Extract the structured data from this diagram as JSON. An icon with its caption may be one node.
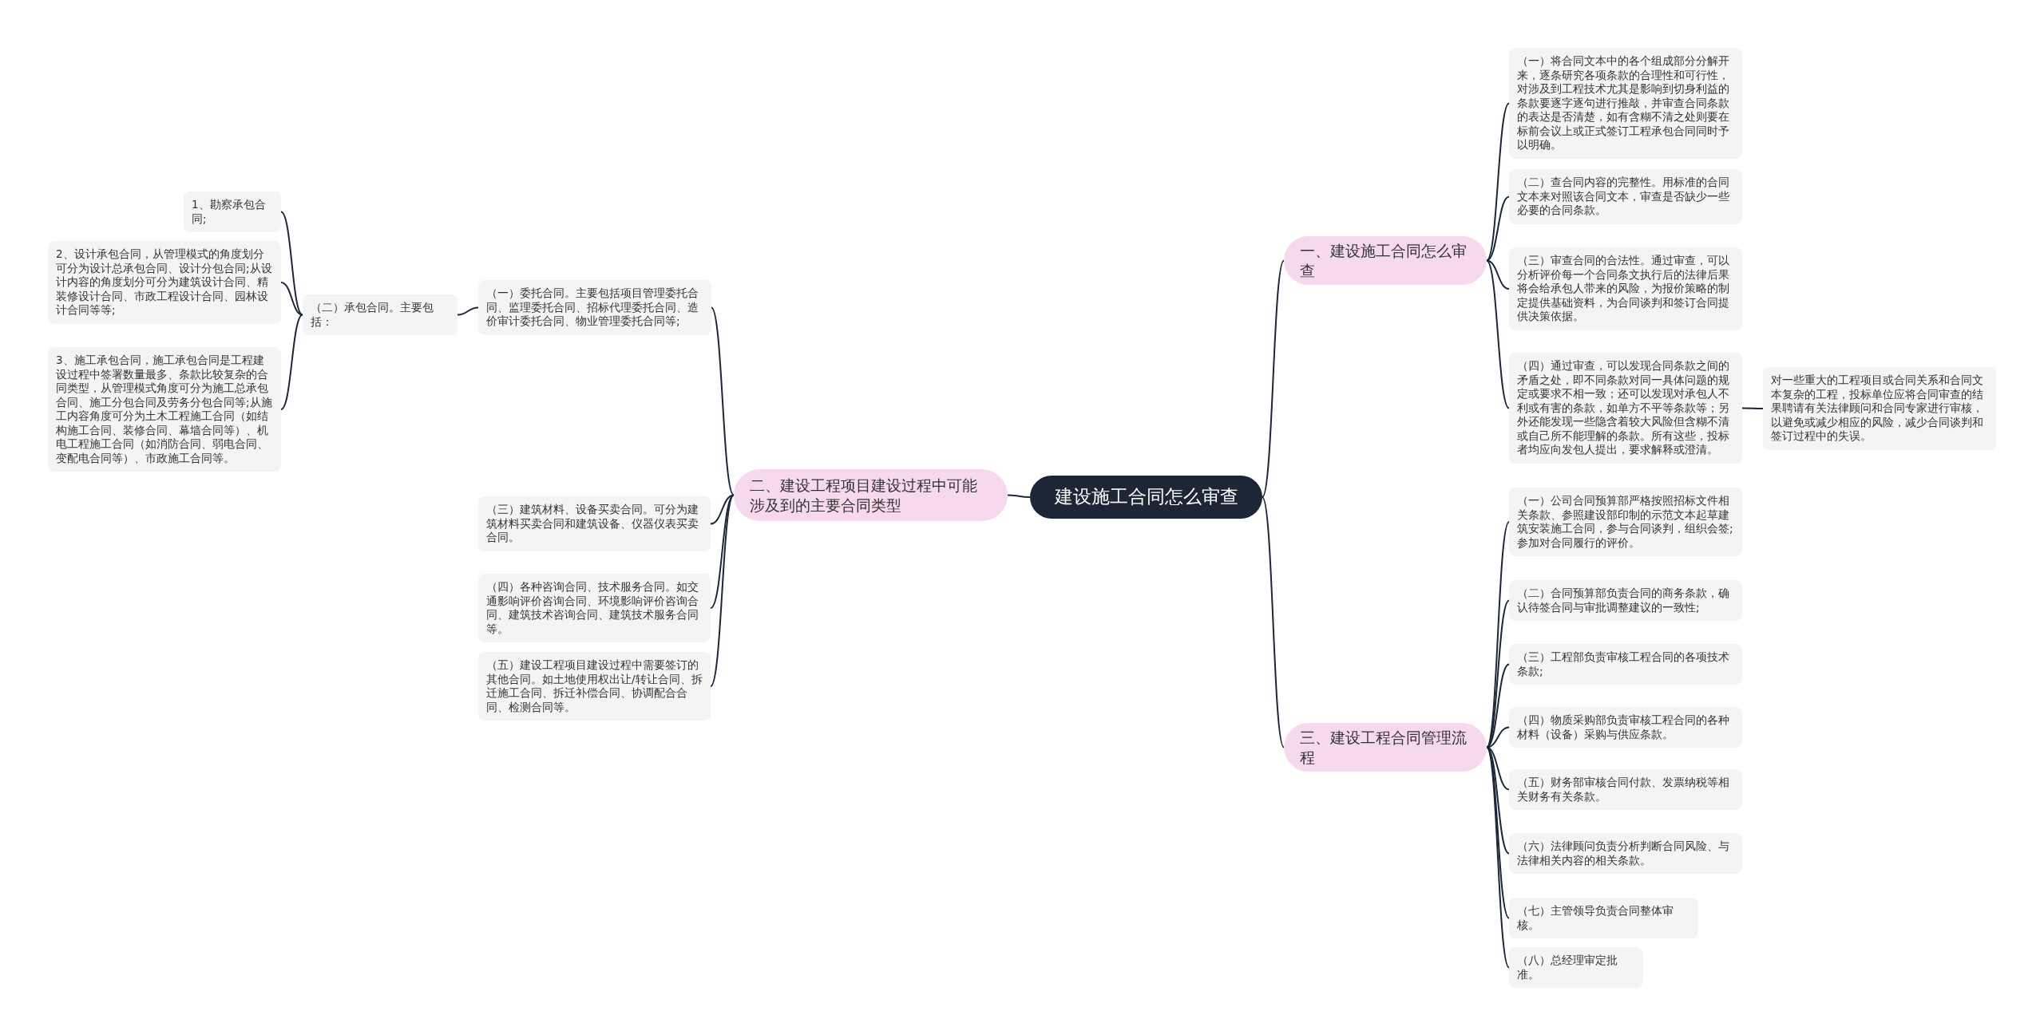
{
  "diagram": {
    "nodes": [
      {
        "text": [
          "建设施工合同怎么审查"
        ]
      },
      {
        "text": [
          "二、建设工程项目建设过程中可能涉及到的主要合同类型"
        ]
      },
      {
        "text": [
          "（一）委托合同。主要包括项目管理委托合同、监理委托合同、招标代理委托合同、造价审计委托合同、物业管理委托合同等;"
        ]
      },
      {
        "text": [
          "（二）承包合同。主要包括："
        ]
      },
      {
        "text": [
          "1、勘察承包合同;"
        ]
      },
      {
        "text": [
          "2、设计承包合同，从管理模式的角度划分可分为设计总承包合同、设计分包合同;从设计内容的角度划分可分为建筑设计合同、精装修设计合同、市政工程设计合同、园林设计合同等等;"
        ]
      },
      {
        "text": [
          "3、施工承包合同，施工承包合同是工程建设过程中签署数量最多、条款比较复杂的合同类型，从管理模式角度可分为施工总承包合同、施工分包合同及劳务分包合同等;从施工内容角度可分为土木工程施工合同（如结构施工合同、装修合同、幕墙合同等）、机电工程施工合同（如消防合同、弱电合同、变配电合同等）、市政施工合同等。"
        ]
      },
      {
        "text": [
          "（三）建筑材料、设备买卖合同。可分为建筑材料买卖合同和建筑设备、仪器仪表买卖合同。"
        ]
      },
      {
        "text": [
          "（四）各种咨询合同、技术服务合同。如交通影响评价咨询合同、环境影响评价咨询合同、建筑技术咨询合同、建筑技术服务合同等。"
        ]
      },
      {
        "text": [
          "（五）建设工程项目建设过程中需要签订的其他合同。如土地使用权出让/转让合同、拆迁施工合同、拆迁补偿合同、协调配合合同、检测合同等。"
        ]
      },
      {
        "text": [
          "一、建设施工合同怎么审查"
        ]
      },
      {
        "text": [
          "（一）将合同文本中的各个组成部分分解开来，逐条研究各项条款的合理性和可行性，对涉及到工程技术尤其是影响到切身利益的条款要逐字逐句进行推敲，并审查合同条款的表达是否清楚，如有含糊不清之处则要在标前会议上或正式签订工程承包合同同时予以明确。"
        ]
      },
      {
        "text": [
          "（二）查合同内容的完整性。用标准的合同文本来对照该合同文本，审查是否缺少一些必要的合同条款。"
        ]
      },
      {
        "text": [
          "（三）审查合同的合法性。通过审查，可以分析评价每一个合同条文执行后的法律后果将会给承包人带来的风险，为报价策略的制定提供基础资料，为合同谈判和签订合同提供决策依据。"
        ]
      },
      {
        "text": [
          "（四）通过审查，可以发现合同条款之间的矛盾之处，即不同条款对同一具体问题的规定或要求不相一致；还可以发现对承包人不利或有害的条款，如单方不平等条款等；另外还能发现一些隐含着较大风险但含糊不清或自己所不能理解的条款。所有这些，投标者均应向发包人提出，要求解释或澄清。"
        ]
      },
      {
        "text": [
          "对一些重大的工程项目或合同关系和合同文本复杂的工程，投标单位应将合同审查的结果聘请有关法律顾问和合同专家进行审核，以避免或减少相应的风险，减少合同谈判和签订过程中的失误。"
        ]
      },
      {
        "text": [
          "三、建设工程合同管理流程"
        ]
      },
      {
        "text": [
          "（一）公司合同预算部严格按照招标文件相关条款、参照建设部印制的示范文本起草建筑安装施工合同，参与合同谈判，组织会签;参加对合同履行的评价。"
        ]
      },
      {
        "text": [
          "（二）合同预算部负责合同的商务条款，确认待签合同与审批调整建议的一致性;"
        ]
      },
      {
        "text": [
          "（三）工程部负责审核工程合同的各项技术条款;"
        ]
      },
      {
        "text": [
          "（四）物质采购部负责审核工程合同的各种材料（设备）采购与供应条款。"
        ]
      },
      {
        "text": [
          "（五）财务部审核合同付款、发票纳税等相关财务有关条款。"
        ]
      },
      {
        "text": [
          "（六）法律顾问负责分析判断合同风险、与法律相关内容的相关条款。"
        ]
      },
      {
        "text": [
          "（七）主管领导负责合同整体审核。"
        ]
      },
      {
        "text": [
          "（八）总经理审定批准。"
        ]
      }
    ],
    "edges": [
      {
        "from": 0,
        "to": 1,
        "arrow": "none"
      },
      {
        "from": 1,
        "to": 2,
        "arrow": "none"
      },
      {
        "from": 2,
        "to": 3,
        "arrow": "none"
      },
      {
        "from": 3,
        "to": 4,
        "arrow": "none"
      },
      {
        "from": 3,
        "to": 5,
        "arrow": "none"
      },
      {
        "from": 3,
        "to": 6,
        "arrow": "none"
      },
      {
        "from": 1,
        "to": 7,
        "arrow": "none"
      },
      {
        "from": 1,
        "to": 8,
        "arrow": "none"
      },
      {
        "from": 1,
        "to": 9,
        "arrow": "none"
      },
      {
        "from": 0,
        "to": 10,
        "arrow": "none"
      },
      {
        "from": 10,
        "to": 11,
        "arrow": "none"
      },
      {
        "from": 10,
        "to": 12,
        "arrow": "none"
      },
      {
        "from": 10,
        "to": 13,
        "arrow": "none"
      },
      {
        "from": 10,
        "to": 14,
        "arrow": "none"
      },
      {
        "from": 14,
        "to": 15,
        "arrow": "none"
      },
      {
        "from": 0,
        "to": 16,
        "arrow": "none"
      },
      {
        "from": 16,
        "to": 17,
        "arrow": "none"
      },
      {
        "from": 16,
        "to": 18,
        "arrow": "none"
      },
      {
        "from": 16,
        "to": 19,
        "arrow": "none"
      },
      {
        "from": 16,
        "to": 20,
        "arrow": "none"
      },
      {
        "from": 16,
        "to": 21,
        "arrow": "none"
      },
      {
        "from": 16,
        "to": 22,
        "arrow": "none"
      },
      {
        "from": 16,
        "to": 23,
        "arrow": "none"
      },
      {
        "from": 16,
        "to": 24,
        "arrow": "none"
      }
    ]
  }
}
